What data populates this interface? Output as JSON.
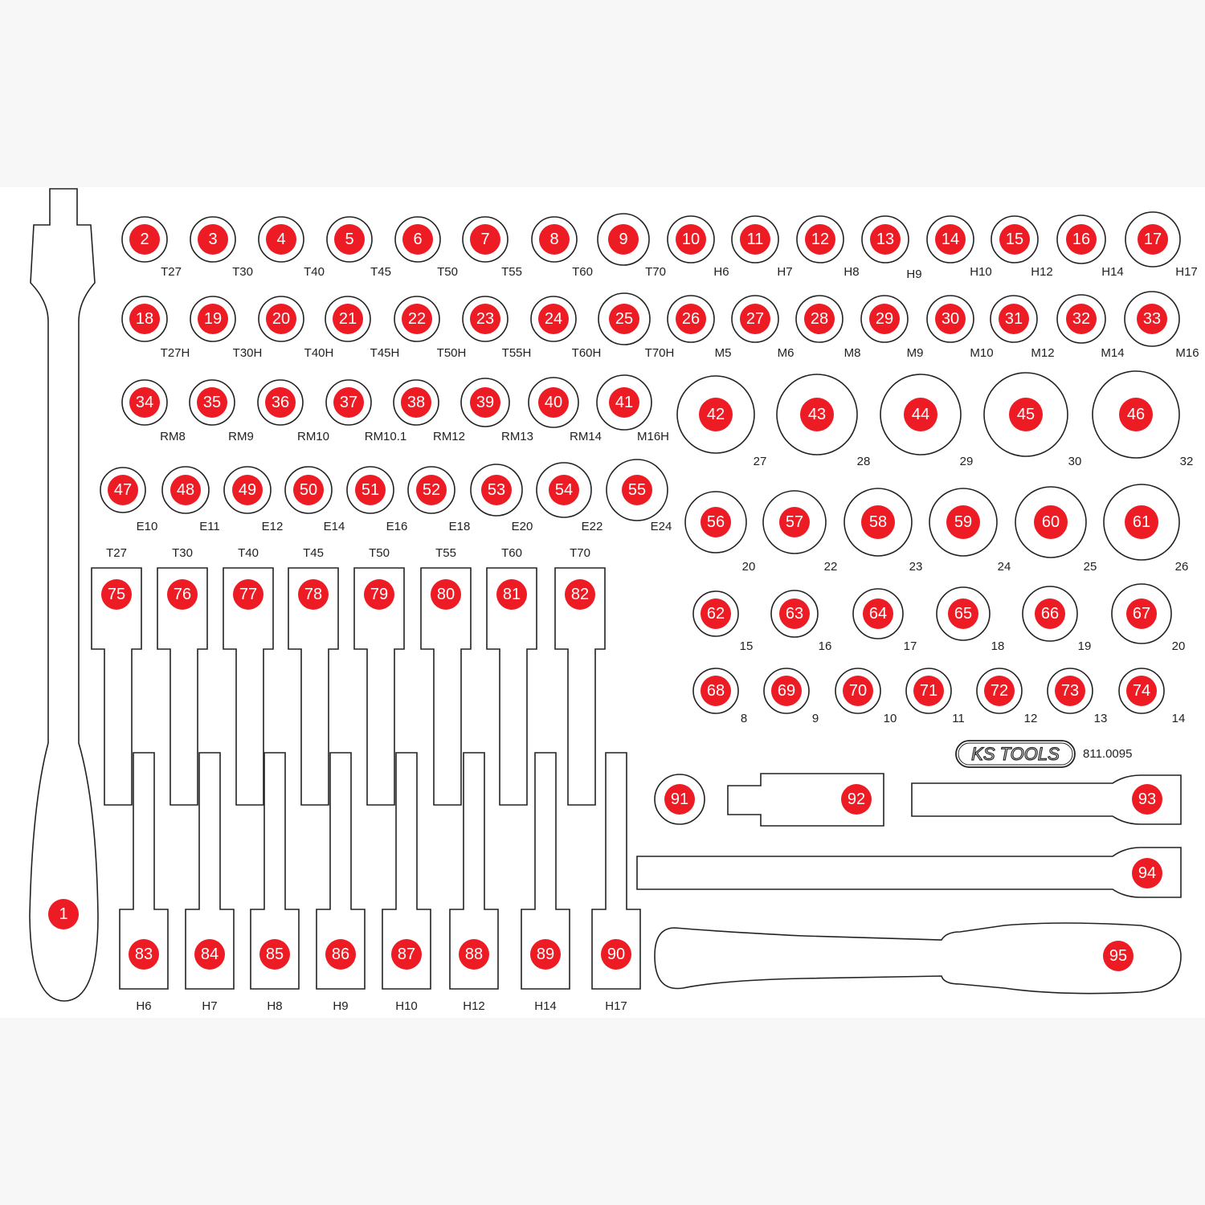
{
  "accent_color": "#ed1c24",
  "brand": {
    "logo_text": "KS TOOLS",
    "article_number": "811.0095"
  },
  "items": [
    {
      "n": "1",
      "label": ""
    },
    {
      "n": "2",
      "label": "T27"
    },
    {
      "n": "3",
      "label": "T30"
    },
    {
      "n": "4",
      "label": "T40"
    },
    {
      "n": "5",
      "label": "T45"
    },
    {
      "n": "6",
      "label": "T50"
    },
    {
      "n": "7",
      "label": "T55"
    },
    {
      "n": "8",
      "label": "T60"
    },
    {
      "n": "9",
      "label": "T70"
    },
    {
      "n": "10",
      "label": "H6"
    },
    {
      "n": "11",
      "label": "H7"
    },
    {
      "n": "12",
      "label": "H8"
    },
    {
      "n": "13",
      "label": "H9"
    },
    {
      "n": "14",
      "label": "H10"
    },
    {
      "n": "15",
      "label": "H12"
    },
    {
      "n": "16",
      "label": "H14"
    },
    {
      "n": "17",
      "label": "H17"
    },
    {
      "n": "18",
      "label": "T27H"
    },
    {
      "n": "19",
      "label": "T30H"
    },
    {
      "n": "20",
      "label": "T40H"
    },
    {
      "n": "21",
      "label": "T45H"
    },
    {
      "n": "22",
      "label": "T50H"
    },
    {
      "n": "23",
      "label": "T55H"
    },
    {
      "n": "24",
      "label": "T60H"
    },
    {
      "n": "25",
      "label": "T70H"
    },
    {
      "n": "26",
      "label": "M5"
    },
    {
      "n": "27",
      "label": "M6"
    },
    {
      "n": "28",
      "label": "M8"
    },
    {
      "n": "29",
      "label": "M9"
    },
    {
      "n": "30",
      "label": "M10"
    },
    {
      "n": "31",
      "label": "M12"
    },
    {
      "n": "32",
      "label": "M14"
    },
    {
      "n": "33",
      "label": "M16"
    },
    {
      "n": "34",
      "label": "RM8"
    },
    {
      "n": "35",
      "label": "RM9"
    },
    {
      "n": "36",
      "label": "RM10"
    },
    {
      "n": "37",
      "label": "RM10.1"
    },
    {
      "n": "38",
      "label": "RM12"
    },
    {
      "n": "39",
      "label": "RM13"
    },
    {
      "n": "40",
      "label": "RM14"
    },
    {
      "n": "41",
      "label": "M16H"
    },
    {
      "n": "42",
      "label": "27"
    },
    {
      "n": "43",
      "label": "28"
    },
    {
      "n": "44",
      "label": "29"
    },
    {
      "n": "45",
      "label": "30"
    },
    {
      "n": "46",
      "label": "32"
    },
    {
      "n": "47",
      "label": "E10"
    },
    {
      "n": "48",
      "label": "E11"
    },
    {
      "n": "49",
      "label": "E12"
    },
    {
      "n": "50",
      "label": "E14"
    },
    {
      "n": "51",
      "label": "E16"
    },
    {
      "n": "52",
      "label": "E18"
    },
    {
      "n": "53",
      "label": "E20"
    },
    {
      "n": "54",
      "label": "E22"
    },
    {
      "n": "55",
      "label": "E24"
    },
    {
      "n": "56",
      "label": "20"
    },
    {
      "n": "57",
      "label": "22"
    },
    {
      "n": "58",
      "label": "23"
    },
    {
      "n": "59",
      "label": "24"
    },
    {
      "n": "60",
      "label": "25"
    },
    {
      "n": "61",
      "label": "26"
    },
    {
      "n": "62",
      "label": "15"
    },
    {
      "n": "63",
      "label": "16"
    },
    {
      "n": "64",
      "label": "17"
    },
    {
      "n": "65",
      "label": "18"
    },
    {
      "n": "66",
      "label": "19"
    },
    {
      "n": "67",
      "label": "20"
    },
    {
      "n": "68",
      "label": "8"
    },
    {
      "n": "69",
      "label": "9"
    },
    {
      "n": "70",
      "label": "10"
    },
    {
      "n": "71",
      "label": "11"
    },
    {
      "n": "72",
      "label": "12"
    },
    {
      "n": "73",
      "label": "13"
    },
    {
      "n": "74",
      "label": "14"
    },
    {
      "n": "75",
      "label": "T27"
    },
    {
      "n": "76",
      "label": "T30"
    },
    {
      "n": "77",
      "label": "T40"
    },
    {
      "n": "78",
      "label": "T45"
    },
    {
      "n": "79",
      "label": "T50"
    },
    {
      "n": "80",
      "label": "T55"
    },
    {
      "n": "81",
      "label": "T60"
    },
    {
      "n": "82",
      "label": "T70"
    },
    {
      "n": "83",
      "label": "H6"
    },
    {
      "n": "84",
      "label": "H7"
    },
    {
      "n": "85",
      "label": "H8"
    },
    {
      "n": "86",
      "label": "H9"
    },
    {
      "n": "87",
      "label": "H10"
    },
    {
      "n": "88",
      "label": "H12"
    },
    {
      "n": "89",
      "label": "H14"
    },
    {
      "n": "90",
      "label": "H17"
    },
    {
      "n": "91",
      "label": ""
    },
    {
      "n": "92",
      "label": ""
    },
    {
      "n": "93",
      "label": ""
    },
    {
      "n": "94",
      "label": ""
    },
    {
      "n": "95",
      "label": ""
    }
  ]
}
